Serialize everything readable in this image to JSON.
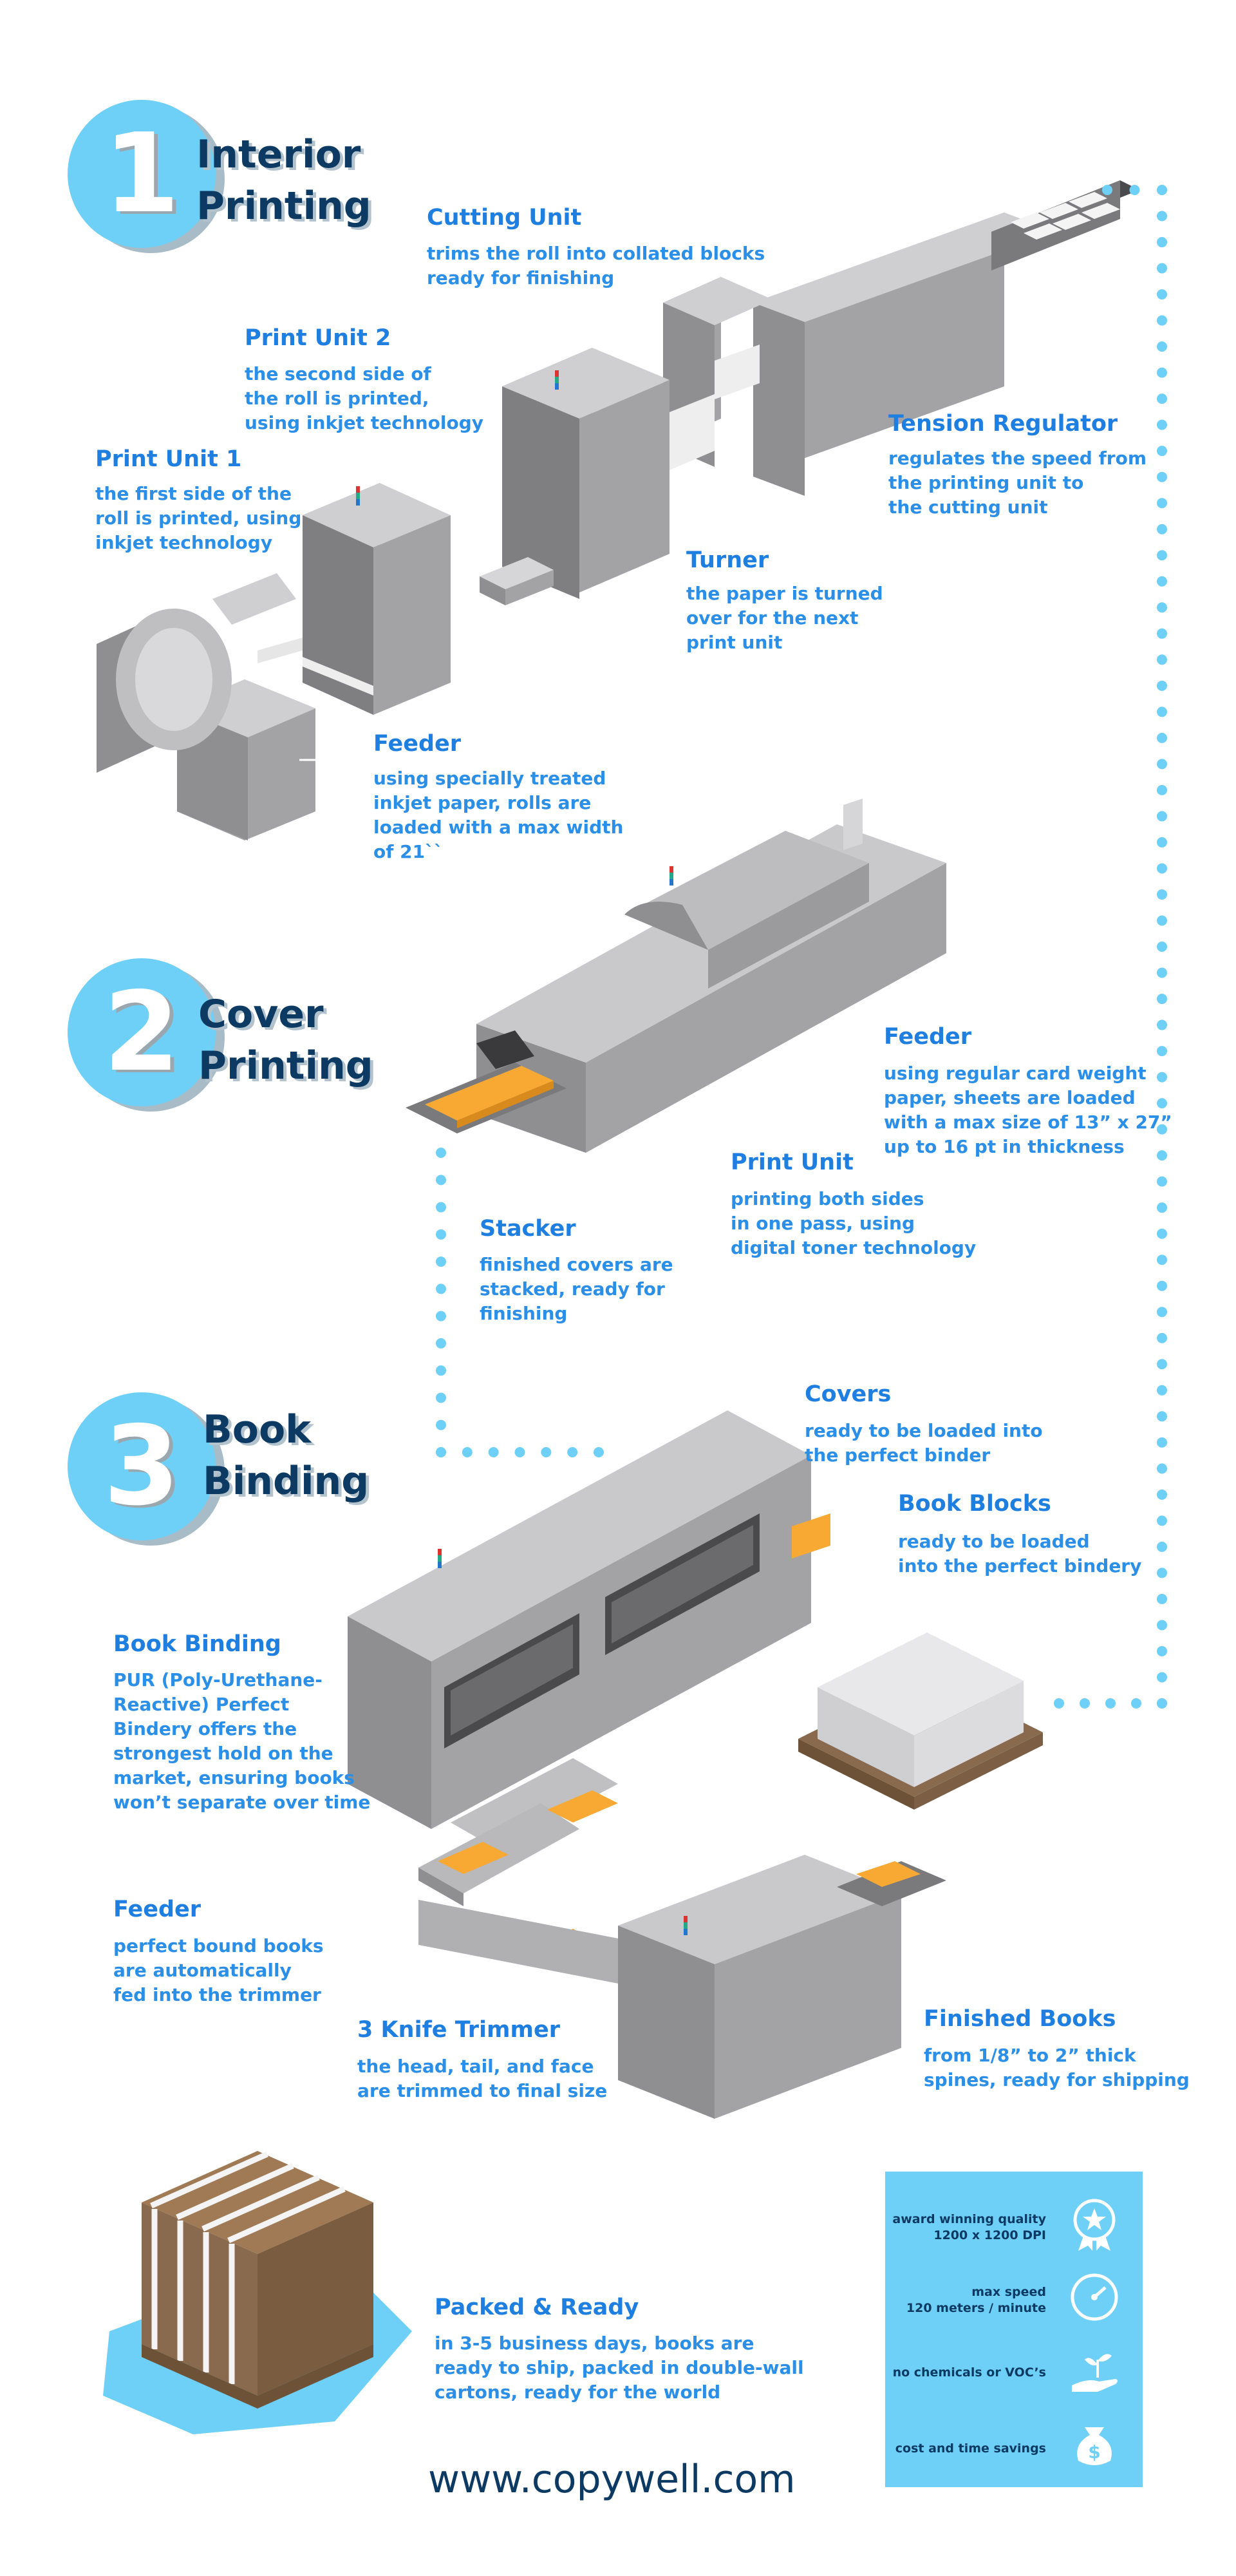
{
  "sections": [
    {
      "number": "1",
      "title_line1": "Interior",
      "title_line2": "Printing"
    },
    {
      "number": "2",
      "title_line1": "Cover",
      "title_line2": "Printing"
    },
    {
      "number": "3",
      "title_line1": "Book",
      "title_line2": "Binding"
    }
  ],
  "labels": {
    "cutting_unit": {
      "title": "Cutting Unit",
      "line1": "trims the roll into collated blocks",
      "line2": "ready for finishing"
    },
    "print_unit_2": {
      "title": "Print Unit 2",
      "line1": "the second side of",
      "line2": "the roll is printed,",
      "line3": "using inkjet technology"
    },
    "tension_regulator": {
      "title": "Tension Regulator",
      "line1": "regulates the speed from",
      "line2": "the printing unit to",
      "line3": "the cutting unit"
    },
    "print_unit_1": {
      "title": "Print Unit 1",
      "line1": "the first side of the",
      "line2": "roll is printed, using",
      "line3": "inkjet technology"
    },
    "turner": {
      "title": "Turner",
      "line1": "the paper is turned",
      "line2": "over for the next",
      "line3": "print unit"
    },
    "feeder_1": {
      "title": "Feeder",
      "line1": "using specially treated",
      "line2": "inkjet paper, rolls are",
      "line3": "loaded with a max width",
      "line4": "of 21``"
    },
    "feeder_2": {
      "title": "Feeder",
      "line1": "using regular card weight",
      "line2": "paper, sheets are loaded",
      "line3": "with a max size of 13” x 27”",
      "line4": "up to 16 pt in thickness"
    },
    "print_unit": {
      "title": "Print Unit",
      "line1": "printing both sides",
      "line2": "in one pass, using",
      "line3": "digital toner technology"
    },
    "stacker": {
      "title": "Stacker",
      "line1": "finished covers are",
      "line2": "stacked, ready for",
      "line3": "finishing"
    },
    "covers": {
      "title": "Covers",
      "line1": "ready to be loaded into",
      "line2": "the perfect binder"
    },
    "book_blocks": {
      "title": "Book Blocks",
      "line1": "ready to be loaded",
      "line2": "into the perfect bindery"
    },
    "book_binding": {
      "title": "Book Binding",
      "line1": "PUR (Poly-Urethane-",
      "line2": "Reactive) Perfect",
      "line3": "Bindery offers the",
      "line4": "strongest hold on the",
      "line5": "market, ensuring books",
      "line6": "won’t separate over time"
    },
    "feeder_3": {
      "title": "Feeder",
      "line1": "perfect bound books",
      "line2": "are automatically",
      "line3": "fed into the trimmer"
    },
    "trimmer": {
      "title": "3 Knife Trimmer",
      "line1": "the head, tail, and face",
      "line2": "are trimmed to final size"
    },
    "finished_books": {
      "title": "Finished Books",
      "line1": "from 1/8” to 2” thick",
      "line2": "spines, ready for shipping"
    },
    "packed": {
      "title": "Packed & Ready",
      "line1": "in 3-5 business days, books are",
      "line2": "ready to ship, packed in double-wall",
      "line3": "cartons, ready for the world"
    }
  },
  "features": [
    {
      "line1": "award winning quality",
      "line2": "1200 x 1200 DPI",
      "icon": "award-icon"
    },
    {
      "line1": "max speed",
      "line2": "120 meters / minute",
      "icon": "speedometer-icon"
    },
    {
      "line1": "no chemicals or VOC’s",
      "line2": "",
      "icon": "hand-plant-icon"
    },
    {
      "line1": "cost and time savings",
      "line2": "",
      "icon": "money-bag-icon"
    }
  ],
  "website": "www.copywell.com",
  "colors": {
    "accent_blue": "#6fd0f7",
    "text_blue": "#2b8fe8",
    "navy": "#0d3a63",
    "machine_gray": "#a4a4a6",
    "orange": "#f7a934",
    "brown": "#8a6a4e"
  }
}
